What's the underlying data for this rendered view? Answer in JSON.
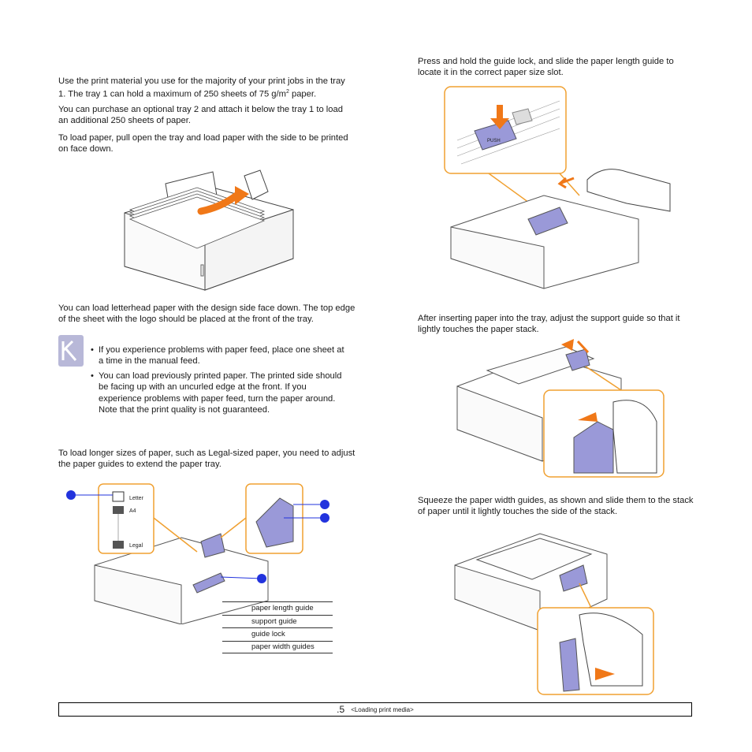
{
  "left": {
    "p1_a": "Use the print material you use for the majority of your print jobs in the tray 1. The tray 1 can hold a maximum of 250 sheets of 75 g/m",
    "p1_sup": "2",
    "p1_b": " paper.",
    "p2": "You can purchase an optional tray 2 and attach it below the tray 1 to load an additional 250 sheets of paper.",
    "p3": "To load paper, pull open the tray and load paper with the side to be printed on face down.",
    "p4": "You can load letterhead paper with the design side face down. The top edge of the sheet with the logo should be placed at the front of the tray.",
    "note_items": [
      "If you experience problems with paper feed, place one sheet at a time in the manual feed.",
      "You can load previously printed paper. The printed side should be facing up with an uncurled edge at the front. If you experience problems with paper feed, turn the paper around. Note that the print quality is not guaranteed."
    ],
    "p5": "To load longer sizes of paper, such as Legal-sized paper, you need to adjust the paper guides to extend the paper tray.",
    "slot_labels": {
      "letter": "Letter",
      "a4": "A4",
      "legal": "Legal"
    },
    "legend": [
      "paper length guide",
      "support guide",
      "guide lock",
      "paper width guides"
    ]
  },
  "right": {
    "p1": "Press and hold the guide lock, and slide the paper length guide to locate it in the correct paper size slot.",
    "lock_label": "PUSH",
    "p2": "After inserting paper into the tray, adjust the support guide so that it lightly touches the paper stack.",
    "p3": "Squeeze the paper width guides, as shown and slide them to the stack of paper until it lightly touches the side of the stack."
  },
  "footer": {
    "page": ".5",
    "section": "<Loading print media>"
  },
  "colors": {
    "callout": "#f0a030",
    "dot": "#2233dd",
    "guide": "#9a99d8",
    "arrow": "#f07818"
  }
}
